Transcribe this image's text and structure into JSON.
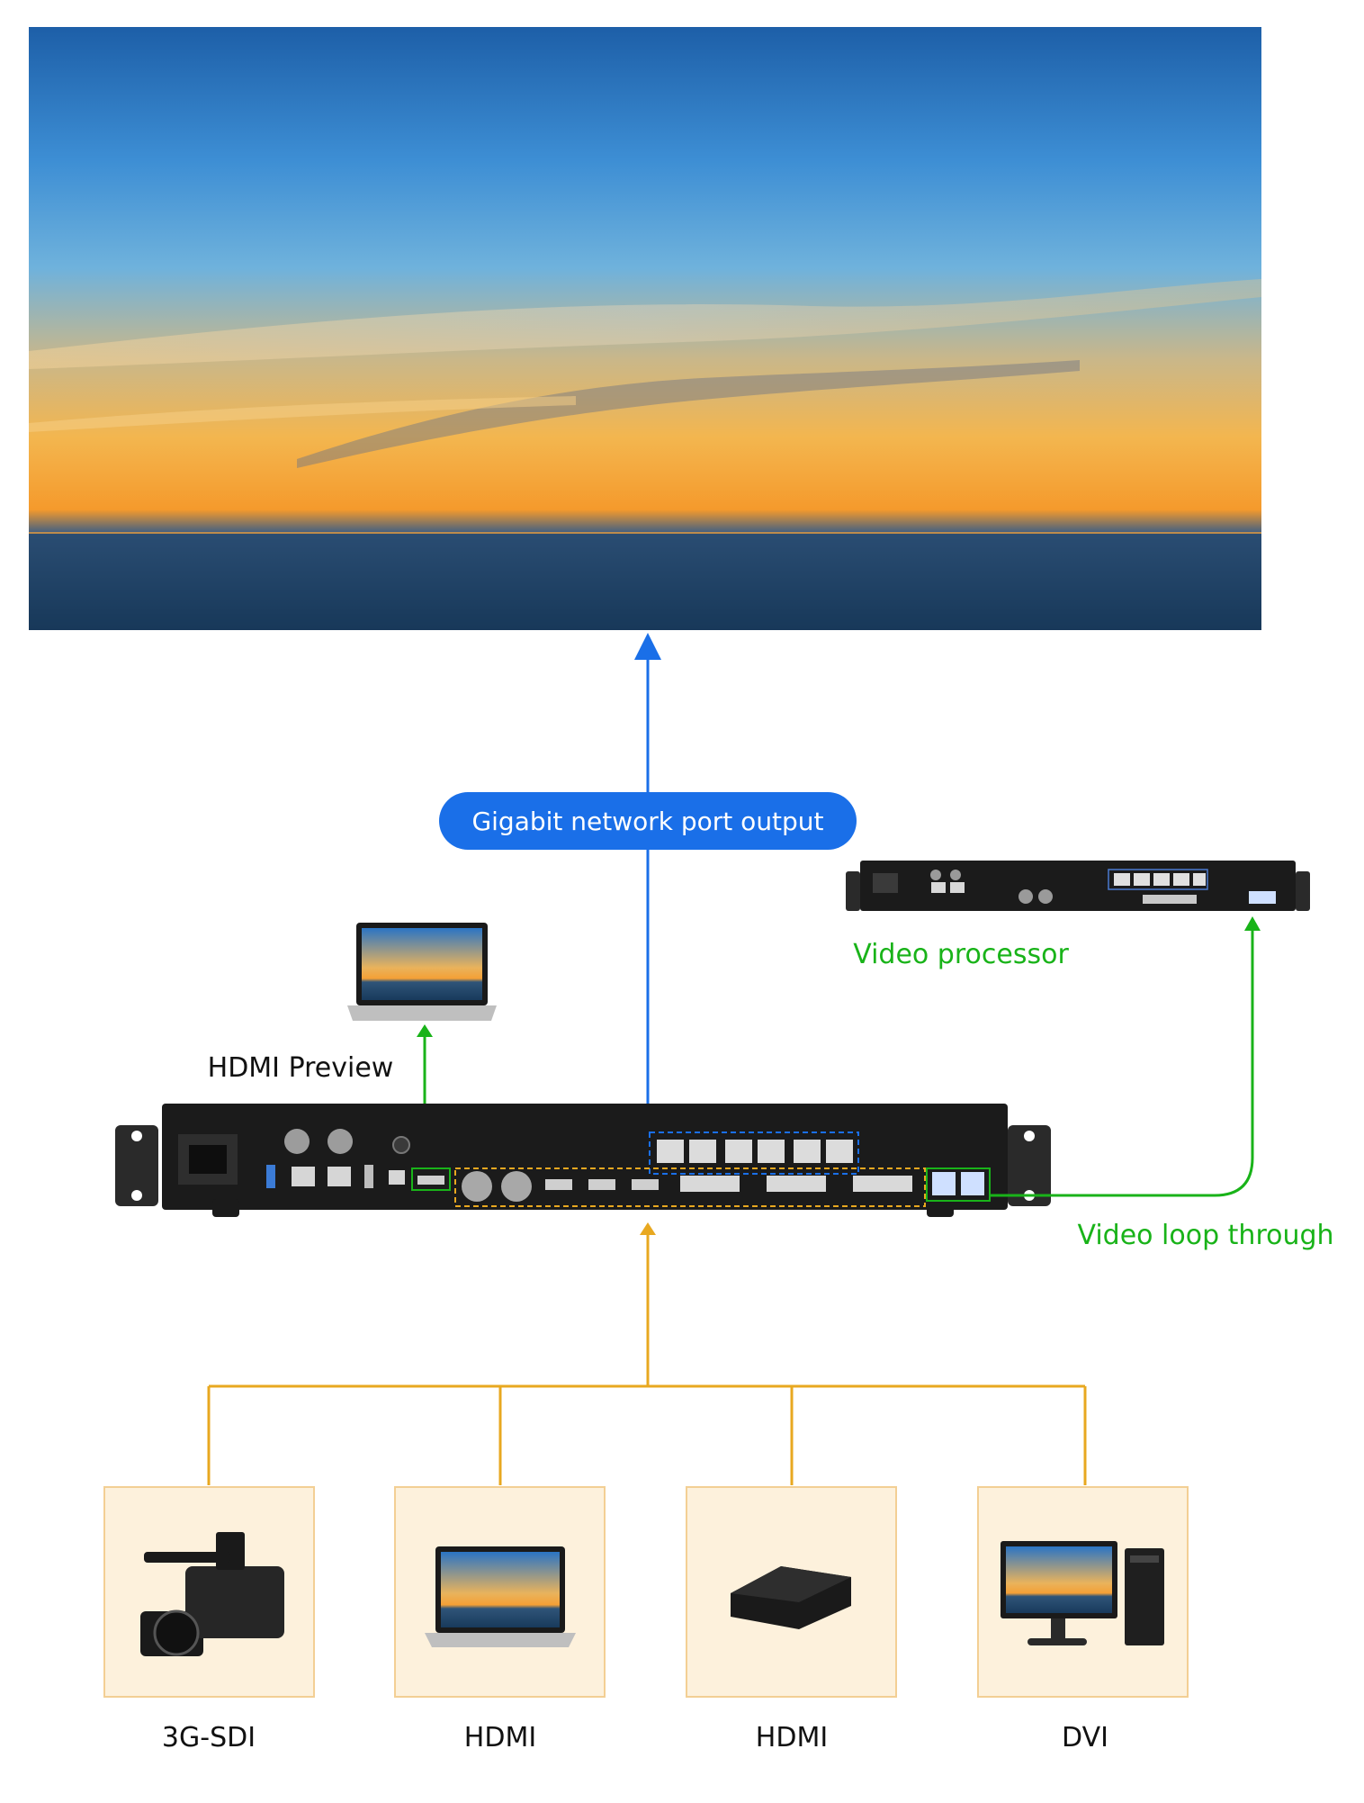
{
  "labels": {
    "gigabit_output": "Gigabit network port output",
    "video_processor": "Video processor",
    "hdmi_preview": "HDMI Preview",
    "video_loop_through": "Video loop through"
  },
  "sources": [
    {
      "label": "3G-SDI",
      "icon": "camcorder-icon"
    },
    {
      "label": "HDMI",
      "icon": "laptop-icon"
    },
    {
      "label": "HDMI",
      "icon": "media-box-icon"
    },
    {
      "label": "DVI",
      "icon": "desktop-pc-icon"
    }
  ],
  "colors": {
    "blue": "#1a6fe8",
    "green": "#19b319",
    "orange": "#e8a820",
    "box_fill": "#fdf1dc",
    "box_border": "#f3cf94",
    "device": "#1b1b1b"
  }
}
